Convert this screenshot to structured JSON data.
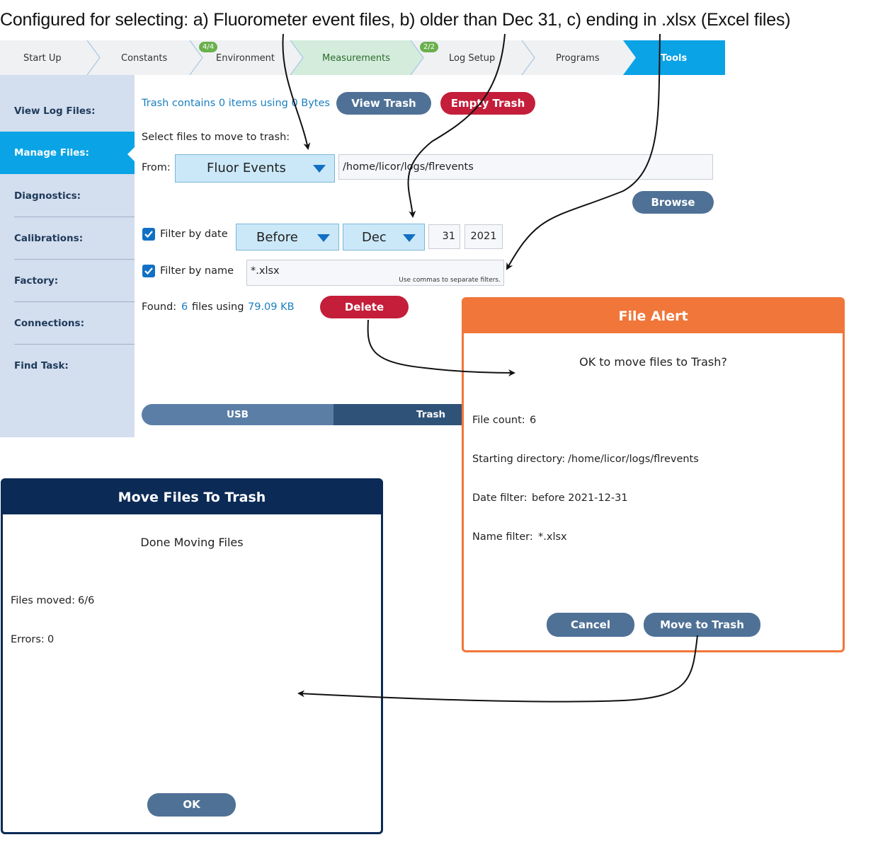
{
  "caption": "Configured for selecting: a) Fluorometer event files, b) older than Dec 31, c) ending in .xlsx (Excel files)",
  "nav": {
    "tabs": [
      {
        "label": "Start Up"
      },
      {
        "label": "Constants"
      },
      {
        "label": "Environment",
        "badge": "4/4"
      },
      {
        "label": "Measurements"
      },
      {
        "label": "Log Setup",
        "badge": "2/2"
      },
      {
        "label": "Programs"
      },
      {
        "label": "Tools"
      }
    ]
  },
  "sidebar": {
    "items": [
      {
        "label": "View Log Files:"
      },
      {
        "label": "Manage Files:"
      },
      {
        "label": "Diagnostics:"
      },
      {
        "label": "Calibrations:"
      },
      {
        "label": "Factory:"
      },
      {
        "label": "Connections:"
      },
      {
        "label": "Find Task:"
      }
    ]
  },
  "main": {
    "trash_status": "Trash contains 0 items using 0 Bytes",
    "view_trash_label": "View Trash",
    "empty_trash_label": "Empty Trash",
    "select_files_label": "Select files to move to trash:",
    "from_label": "From:",
    "from_value": "Fluor Events",
    "path_value": "/home/licor/logs/flrevents",
    "browse_label": "Browse",
    "filter_date_label": "Filter by date",
    "date_mode": "Before",
    "month": "Dec",
    "day": "31",
    "year": "2021",
    "filter_name_label": "Filter by name",
    "name_filter_value": "*.xlsx",
    "name_filter_hint": "Use commas to separate filters.",
    "found_label": "Found:",
    "found_count": "6",
    "files_using_label": "files using",
    "found_size": "79.09 KB",
    "delete_label": "Delete",
    "usb_label": "USB",
    "trash_label": "Trash"
  },
  "file_alert": {
    "title": "File Alert",
    "question": "OK to move files to Trash?",
    "file_count_label": "File count:",
    "file_count_value": "6",
    "start_dir_label": "Starting directory:",
    "start_dir_value": "/home/licor/logs/flrevents",
    "date_filter_label": "Date filter:",
    "date_filter_value": "before 2021-12-31",
    "name_filter_label": "Name filter:",
    "name_filter_value": "*.xlsx",
    "cancel_label": "Cancel",
    "move_label": "Move to Trash"
  },
  "move_dialog": {
    "title": "Move Files To Trash",
    "message": "Done Moving Files",
    "files_moved_label": "Files moved:",
    "files_moved_value": "6/6",
    "errors_label": "Errors:",
    "errors_value": "0",
    "ok_label": "OK"
  },
  "colors": {
    "accent": "#0aa3e6",
    "danger": "#c41e3a",
    "alert": "#f0763a",
    "navy": "#0b2a55",
    "slate": "#4f7196",
    "link": "#1a7fbf"
  }
}
